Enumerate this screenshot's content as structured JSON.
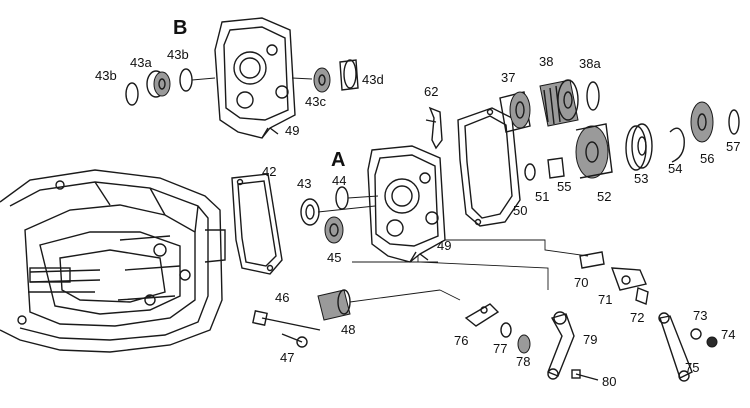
{
  "group_labels": {
    "a": "A",
    "b": "B"
  },
  "part_numbers": {
    "p37": "37",
    "p38": "38",
    "p38a": "38a",
    "p42": "42",
    "p43": "43",
    "p43a": "43a",
    "p43b_left": "43b",
    "p43b_right": "43b",
    "p43c": "43c",
    "p43d": "43d",
    "p44": "44",
    "p45": "45",
    "p46": "46",
    "p47": "47",
    "p48": "48",
    "p49_top": "49",
    "p49_mid": "49",
    "p50": "50",
    "p51": "51",
    "p52": "52",
    "p53": "53",
    "p54": "54",
    "p55": "55",
    "p56": "56",
    "p57": "57",
    "p62": "62",
    "p70": "70",
    "p71": "71",
    "p72": "72",
    "p73": "73",
    "p74": "74",
    "p75": "75",
    "p76": "76",
    "p77": "77",
    "p78": "78",
    "p79": "79",
    "p80": "80"
  }
}
